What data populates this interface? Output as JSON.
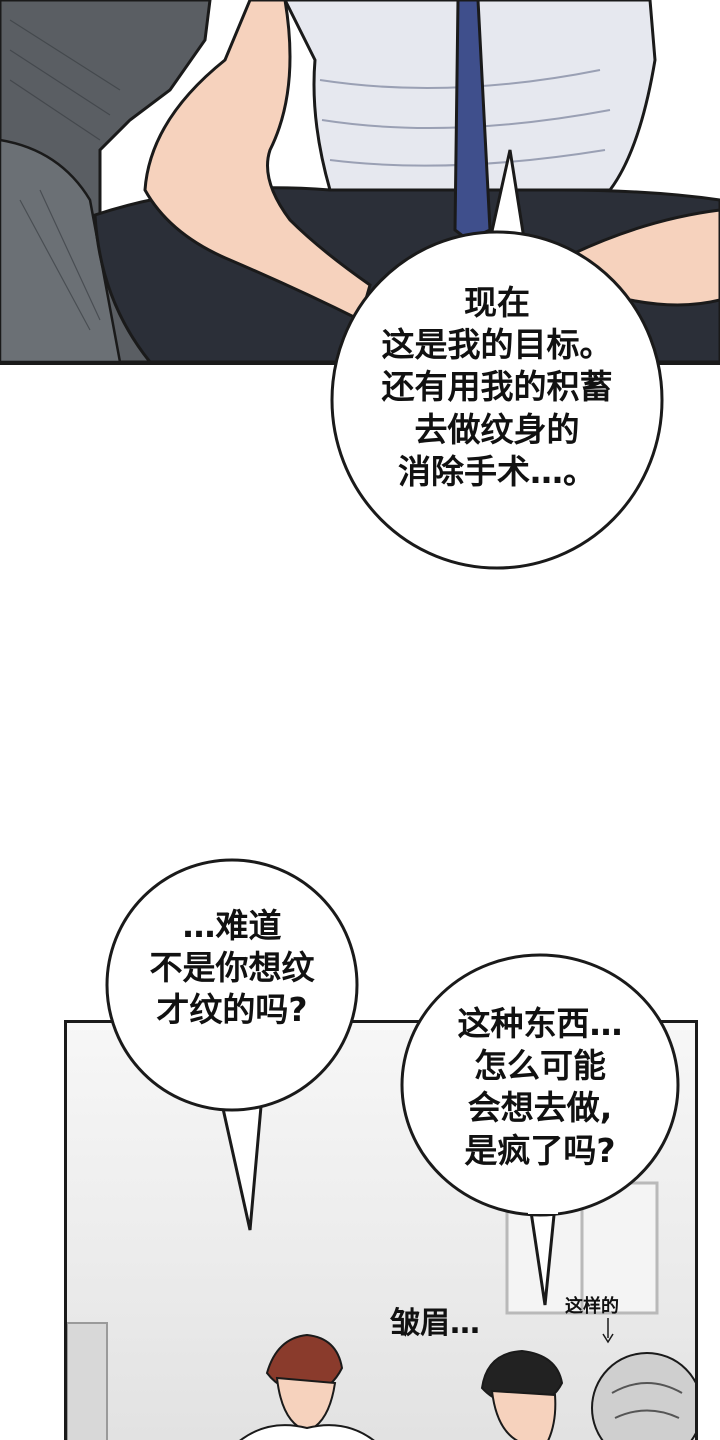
{
  "bubbles": {
    "b1": "现在\n这是我的目标。\n还有用我的积蓄\n去做纹身的\n消除手术…。",
    "b2": "…难道\n不是你想纹\n才纹的吗?",
    "b3": "这种东西…\n怎么可能\n会想去做,\n是疯了吗?"
  },
  "sfx": {
    "frown": "皱眉…",
    "this_way": "这样的"
  },
  "colors": {
    "ink": "#1a1a1a",
    "skin": "#f6d2bd",
    "trousers": "#2b2f38",
    "tie": "#3f4f8c",
    "shirt": "#e6e8ef",
    "coat": "#5a5e63",
    "hair": "#8a3b2c"
  }
}
